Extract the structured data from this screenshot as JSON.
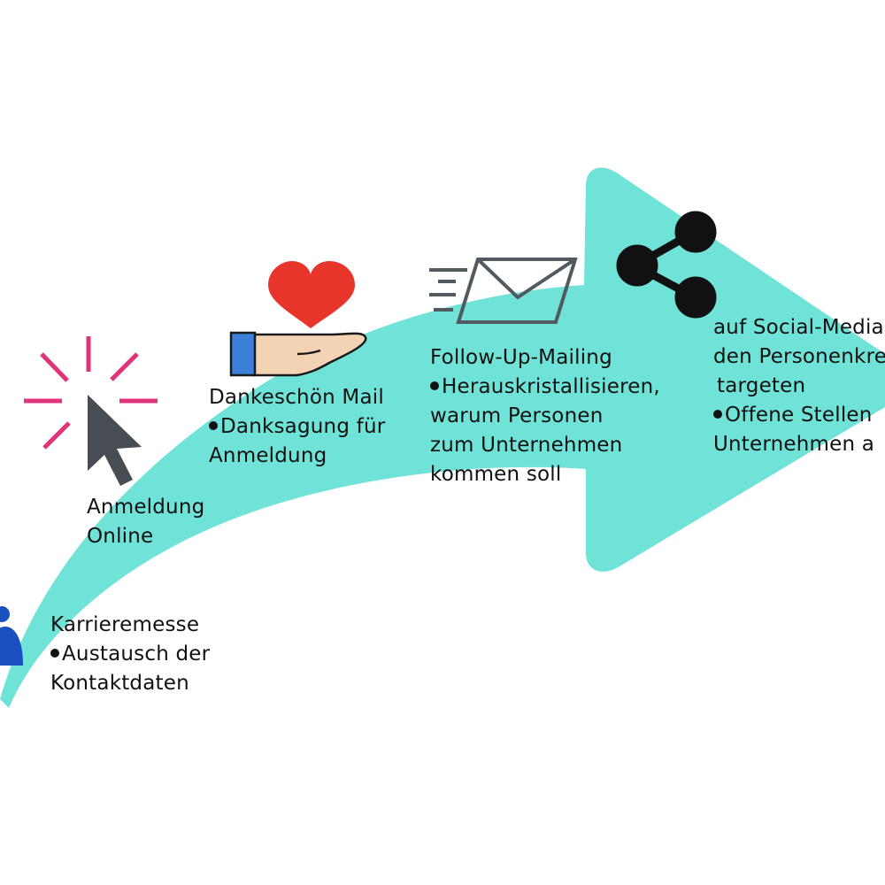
{
  "colors": {
    "arrow": "#6fe3d8",
    "burst": "#e0337a",
    "cursor": "#474d52",
    "heart": "#e8352c",
    "hand_skin": "#f4d3b5",
    "sleeve": "#3b7fd8",
    "outline": "#1a1a1a",
    "mail": "#505a5f",
    "share": "#111111",
    "person": "#1a4fc0"
  },
  "icons": {
    "step_1": "person-icon",
    "step_2": "click-cursor-icon",
    "step_3": "heart-hand-icon",
    "step_4": "mail-icon",
    "step_5": "share-icon"
  },
  "steps": [
    {
      "title": "Karrieremesse",
      "bullets": [
        "Austausch der"
      ],
      "lines": [
        "Kontaktdaten"
      ]
    },
    {
      "title": "Anmeldung",
      "bullets": [],
      "lines": [
        "Online"
      ]
    },
    {
      "title": "Dankeschön Mail",
      "bullets": [
        "Danksagung für"
      ],
      "lines": [
        "Anmeldung"
      ]
    },
    {
      "title": "Follow-Up-Mailing",
      "bullets": [
        "Herauskristallisieren,"
      ],
      "lines": [
        "warum Personen",
        "zum Unternehmen",
        "kommen soll"
      ]
    },
    {
      "title": "auf Social-Media",
      "bullets": [],
      "lines": [
        "den Personenkreis",
        "targeten"
      ],
      "bullets_after": [
        "Offene Stellen"
      ],
      "lines_after": [
        "Unternehmen a"
      ]
    }
  ]
}
